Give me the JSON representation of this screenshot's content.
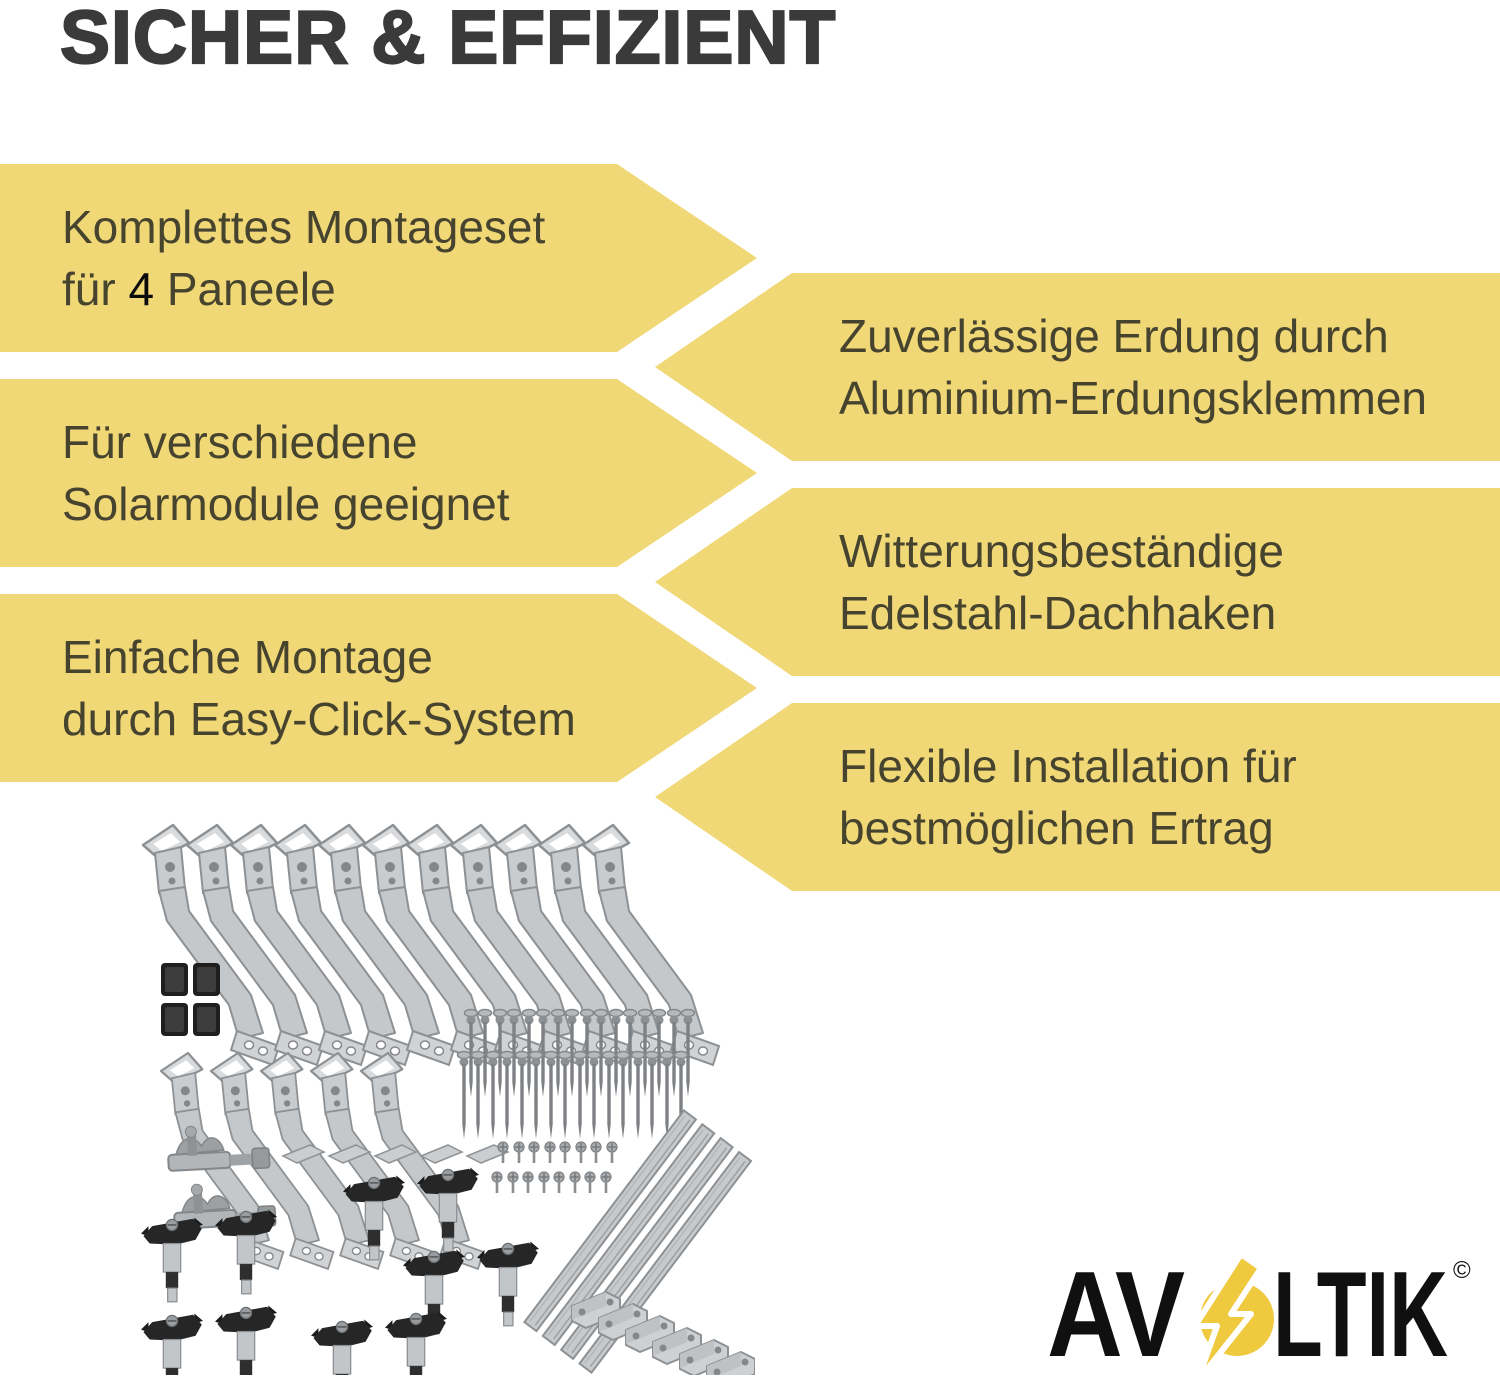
{
  "colors": {
    "banner_yellow": "#F1D876",
    "logo_gold": "#EFC93E",
    "title_text": "#3A3A3A",
    "banner_text": "#46432F",
    "highlight_number_color": "#0B0B0B"
  },
  "title": "SICHER & EFFIZIENT",
  "banners": {
    "left": [
      {
        "line1": "Komplettes Montageset",
        "line2_prefix": "für ",
        "line2_number": "4",
        "line2_suffix": " Paneele"
      },
      {
        "line1": "Für verschiedene",
        "line2": "Solarmodule geeignet"
      },
      {
        "line1": "Einfache Montage",
        "line2": "durch Easy-Click-System"
      }
    ],
    "right": [
      {
        "line1": "Zuverlässige Erdung durch",
        "line2": "Aluminium-Erdungsklemmen"
      },
      {
        "line1": "Witterungsbeständige",
        "line2": "Edelstahl-Dachhaken"
      },
      {
        "line1": "Flexible Installation für",
        "line2": "bestmöglichen Ertrag"
      }
    ]
  },
  "logo": {
    "prefix": "AV",
    "suffix": "LTIK",
    "copyright": "©"
  },
  "photo": {
    "alt": "Montageset-Komponenten: Dachhaken, Endkappen, Stockschrauben, Erdungsklemmen, Montagebleche, Schrauben, Modulklemmen, Montageschienen, Schienenverbinder"
  }
}
